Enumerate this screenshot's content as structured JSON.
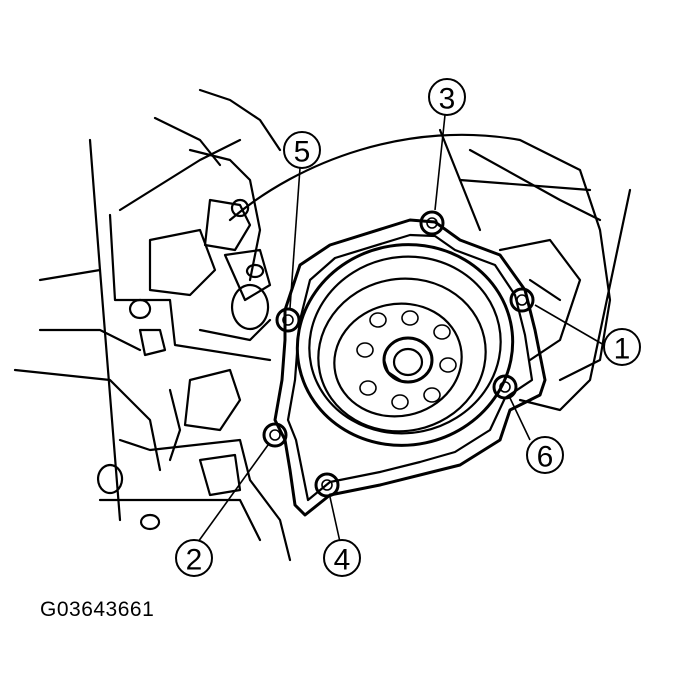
{
  "callouts": [
    {
      "label": "1"
    },
    {
      "label": "2"
    },
    {
      "label": "3"
    },
    {
      "label": "4"
    },
    {
      "label": "5"
    },
    {
      "label": "6"
    }
  ],
  "figure_code": "G03643661",
  "colors": {
    "ink": "#000000",
    "background": "#ffffff"
  }
}
